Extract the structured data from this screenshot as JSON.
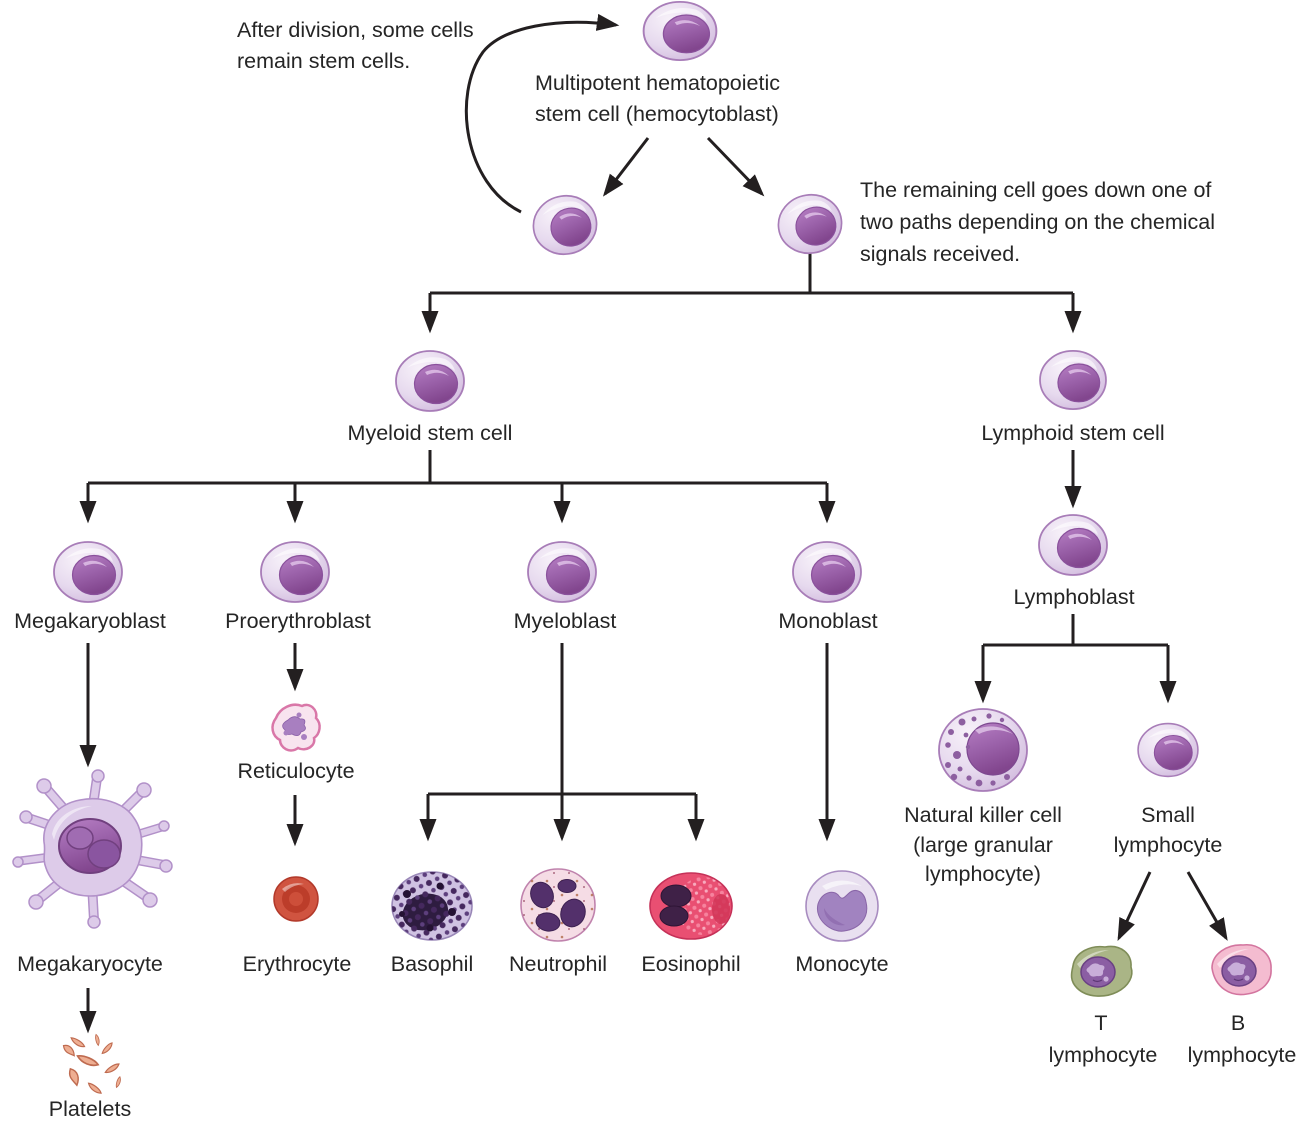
{
  "figure": {
    "title": "Hematopoiesis flow diagram",
    "type": "flow-diagram"
  },
  "annotations": {
    "after_division": {
      "line1": "After division, some cells",
      "line2": "remain stem cells."
    },
    "hemocytoblast": {
      "line1": "Multipotent hematopoietic",
      "line2": "stem cell (hemocytoblast)"
    },
    "remaining_cell": {
      "line1": "The remaining cell goes down one of",
      "line2": "two paths depending on the chemical",
      "line3": "signals received."
    }
  },
  "labels": {
    "myeloid_stem_cell": "Myeloid stem cell",
    "lymphoid_stem_cell": "Lymphoid stem cell",
    "megakaryoblast": "Megakaryoblast",
    "proerythroblast": "Proerythroblast",
    "myeloblast": "Myeloblast",
    "monoblast": "Monoblast",
    "lymphoblast": "Lymphoblast",
    "reticulocyte": "Reticulocyte",
    "megakaryocyte": "Megakaryocyte",
    "erythrocyte": "Erythrocyte",
    "basophil": "Basophil",
    "neutrophil": "Neutrophil",
    "eosinophil": "Eosinophil",
    "monocyte": "Monocyte",
    "platelets": "Platelets",
    "natural_killer": {
      "line1": "Natural killer cell",
      "line2": "(large granular",
      "line3": "lymphocyte)"
    },
    "small_lymphocyte": {
      "line1": "Small",
      "line2": "lymphocyte"
    },
    "t_lymphocyte": {
      "line1": "T",
      "line2": "lymphocyte"
    },
    "b_lymphocyte": {
      "line1": "B",
      "line2": "lymphocyte"
    }
  },
  "colors": {
    "connector_black": "#231f20",
    "cell_outline_purple": "#a87db8",
    "cytoplasm_lavender": "#e4d8ec",
    "nucleus_purple": "#9c63ab",
    "erythrocyte_red": "#c8412e",
    "eosinophil_pink": "#e94f72",
    "basophil_dark_purple": "#2e1c40",
    "monocyte_nucleus": "#a183c0",
    "t_cell_green": "#aab586",
    "b_cell_pink": "#f4bcd0",
    "platelet_salmon": "#eeae92",
    "reticulocyte_pink": "#d977a8"
  }
}
